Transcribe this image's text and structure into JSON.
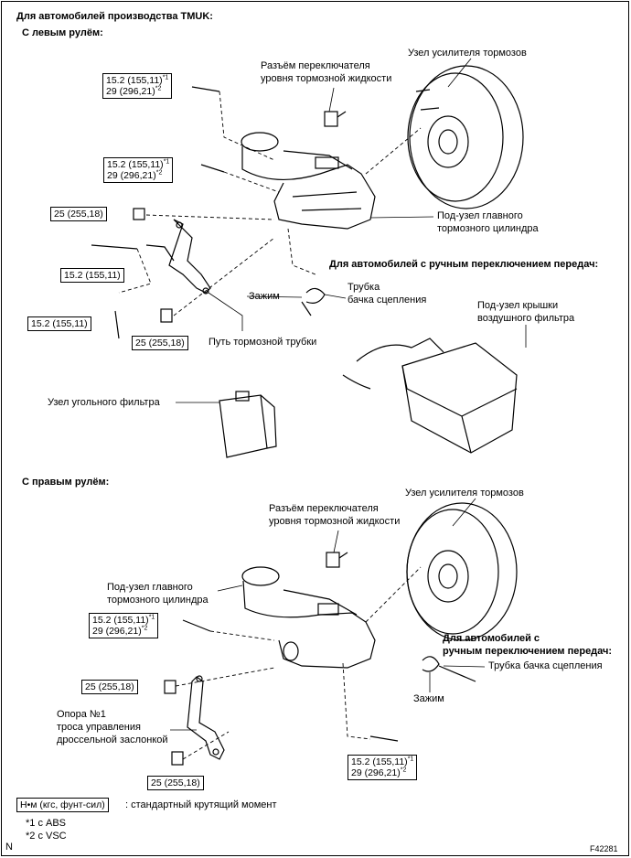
{
  "header": {
    "title": "Для автомобилей производства TMUK:",
    "lhd": "С левым рулём:",
    "rhd": "С правым  рулём:"
  },
  "lhd_labels": {
    "booster": "Узел усилителя тормозов",
    "fluid_switch_1": "Разъём переключателя",
    "fluid_switch_2": "уровня тормозной жидкости",
    "master_cyl_1": "Под-узел главного",
    "master_cyl_2": "тормозного цилиндра",
    "manual_note": "Для автомобилей с ручным переключением передач:",
    "clamp": "Зажим",
    "clutch_tube_1": "Трубка",
    "clutch_tube_2": "бачка сцепления",
    "air_filter_1": "Под-узел крышки",
    "air_filter_2": "воздушного фильтра",
    "brake_route": "Путь тормозной трубки",
    "canister": "Узел угольного фильтра"
  },
  "rhd_labels": {
    "booster": "Узел усилителя тормозов",
    "fluid_switch_1": "Разъём переключателя",
    "fluid_switch_2": "уровня тормозной жидкости",
    "master_cyl_1": "Под-узел главного",
    "master_cyl_2": "тормозного цилиндра",
    "manual_note_1": "Для автомобилей с",
    "manual_note_2": "ручным переключением передач:",
    "clutch_tube": "Трубка бачка сцепления",
    "clamp": "Зажим",
    "support_1": "Опора №1",
    "support_2": "троса  управления",
    "support_3": "дроссельной заслонкой"
  },
  "torque": {
    "t1_a": "15.2 (155,11)",
    "t1_a_sup": "*1",
    "t1_b": "29 (296,21)",
    "t1_b_sup": "*2",
    "t2_a": "15.2 (155,11)",
    "t2_a_sup": "*1",
    "t2_b": "29 (296,21)",
    "t2_b_sup": "*2",
    "t3": "25 (255,18)",
    "t4": "15.2 (155,11)",
    "t5": "15.2 (155,11)",
    "t6": "25 (255,18)",
    "r1_a": "15.2 (155,11)",
    "r1_a_sup": "*1",
    "r1_b": "29 (296,21)",
    "r1_b_sup": "*2",
    "r2": "25 (255,18)",
    "r3_a": "15.2 (155,11)",
    "r3_a_sup": "*1",
    "r3_b": "29 (296,21)",
    "r3_b_sup": "*2",
    "r4": "25 (255,18)"
  },
  "legend": {
    "unit_box": "Н•м (кгс, фунт-сил)",
    "unit_text": ": стандартный крутящий момент",
    "note1": "*1 с ABS",
    "note2": "*2 с VSC",
    "corner_n": "N",
    "code": "F42281"
  }
}
